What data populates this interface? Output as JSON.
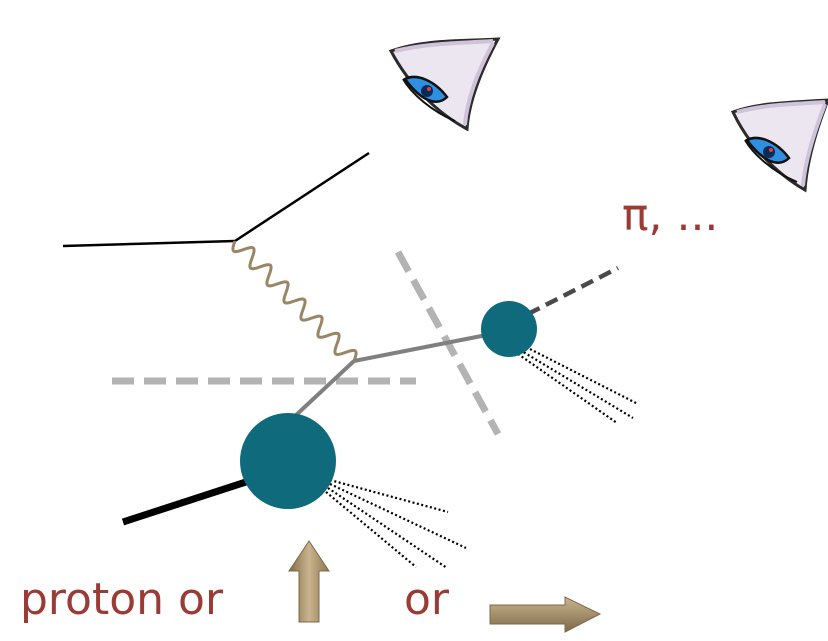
{
  "labels": {
    "hadron": "π, ...",
    "proton_or": "proton  or",
    "or_2": "or"
  },
  "colors": {
    "label": "#9b3b36",
    "blob": "#0f6b7b",
    "arrow": "#a8906b",
    "dashed_cut": "#b3b3b3",
    "photon": "#9a8665",
    "electron": "#000000",
    "quark": "#808080",
    "eye_iris": "#2f8fe0"
  },
  "icons": {
    "eye_1": "eye-icon",
    "eye_2": "eye-icon",
    "spin_up": "arrow-up-icon",
    "spin_right": "arrow-right-icon"
  }
}
